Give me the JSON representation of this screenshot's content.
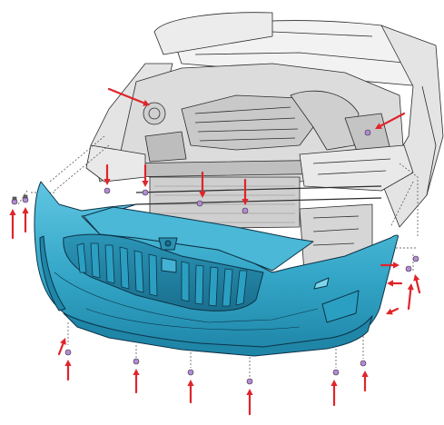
{
  "colors": {
    "bumper_fill": "#36a9c9",
    "bumper_shadow": "#1d7fa0",
    "bumper_highlight": "#6fd0ea",
    "bumper_outline": "#0d3347",
    "arrow_red": "#e0242b",
    "line_art": "#2b2b2b",
    "engine_shade": "#d9d9d9",
    "clip_purple": "#b58ad8"
  },
  "arrows": [
    {
      "id": "engine-left"
    },
    {
      "id": "engine-right"
    },
    {
      "id": "frame-1"
    },
    {
      "id": "frame-2"
    },
    {
      "id": "frame-3"
    },
    {
      "id": "frame-4"
    },
    {
      "id": "left-side-1"
    },
    {
      "id": "left-side-2"
    },
    {
      "id": "right-side-1"
    },
    {
      "id": "right-side-2"
    },
    {
      "id": "right-side-3"
    },
    {
      "id": "right-side-4"
    },
    {
      "id": "right-side-5"
    },
    {
      "id": "bottom-1"
    },
    {
      "id": "bottom-2"
    },
    {
      "id": "bottom-3"
    },
    {
      "id": "bottom-4"
    },
    {
      "id": "bottom-5"
    },
    {
      "id": "bottom-6"
    },
    {
      "id": "bottom-7"
    }
  ]
}
